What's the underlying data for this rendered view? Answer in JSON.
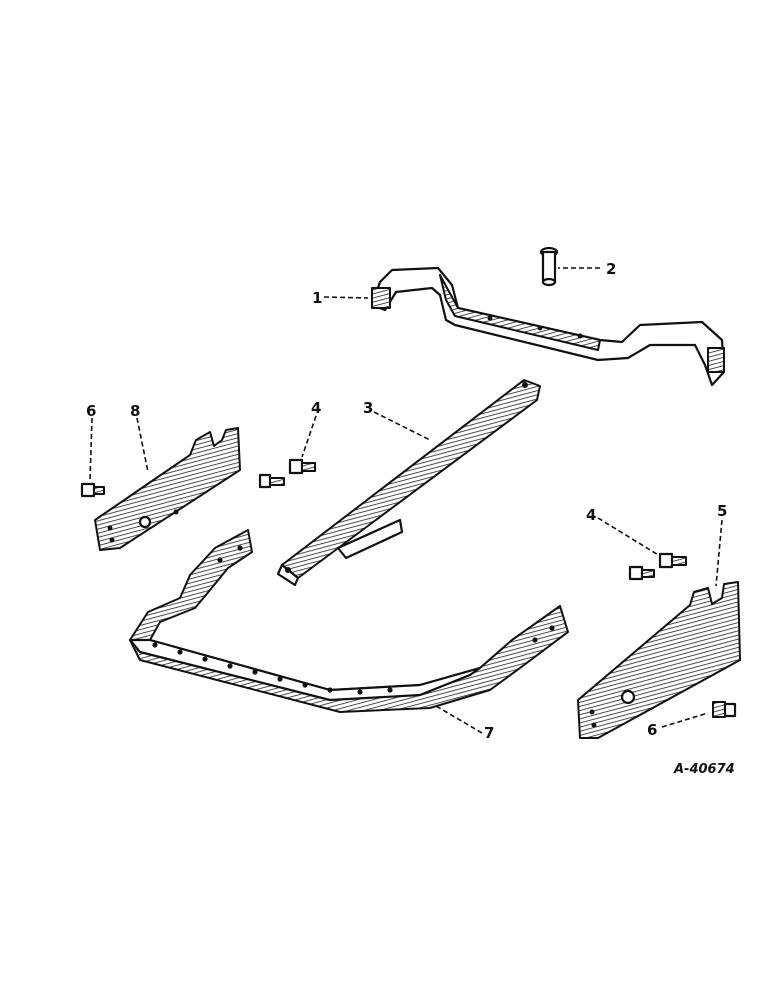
{
  "callouts": {
    "c1": "1",
    "c2": "2",
    "c3": "3",
    "c4a": "4",
    "c4b": "4",
    "c5": "5",
    "c6a": "6",
    "c6b": "6",
    "c7": "7",
    "c8": "8"
  },
  "reference_number": "A-40674"
}
